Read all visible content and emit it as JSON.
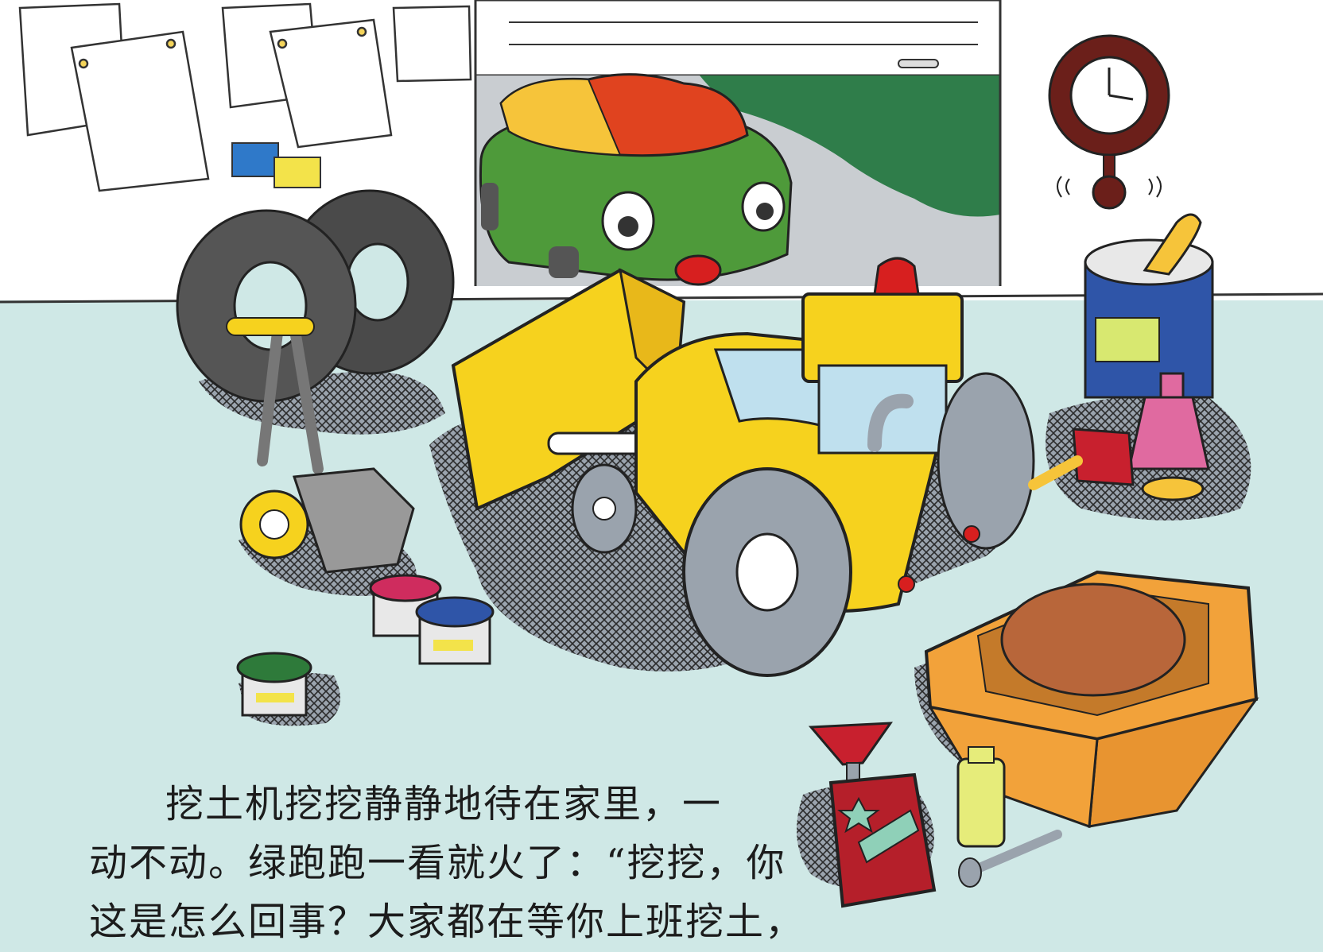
{
  "story": {
    "lines": [
      "挖土机挖挖静静地待在家里，一",
      "动不动。绿跑跑一看就火了：“挖挖，你",
      "这是怎么回事？大家都在等你上班挖土，"
    ]
  },
  "colors": {
    "wall": "#ffffff",
    "floor": "#cfe8e6",
    "bulldozer": "#f6d21e",
    "car": "#4e9a3a",
    "hedge": "#2f7d4a",
    "tire": "#4a4a4a",
    "box": "#f2a23a",
    "cat": "#b8663a",
    "clock": "#6b1f1a",
    "paint_can": "#2f55a8",
    "gas_can": "#b51f2a"
  }
}
